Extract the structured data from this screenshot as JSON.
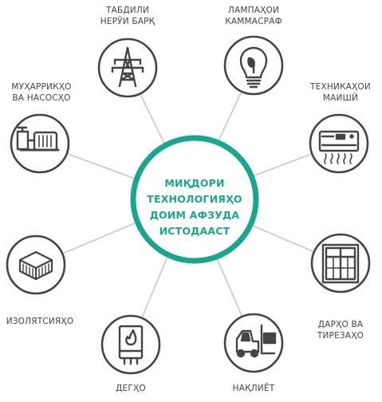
{
  "center": {
    "lines": [
      "МИҚДОРИ",
      "ТЕХНОЛОГИЯҲО",
      "ДОИМ АФЗУДА",
      "ИСТОДААСТ"
    ]
  },
  "nodes": {
    "power_conversion": {
      "line1": "ТАБДИЛИ",
      "line2": "НЕРӮИ БАРҚ",
      "icon": "power-tower-icon"
    },
    "led_lamps": {
      "line1": "ЛАМПАҲОИ",
      "line2": "КАММАСРАФ",
      "icon": "light-bulb-icon"
    },
    "appliances": {
      "line1": "ТЕХНИКАҲОИ",
      "line2": "МАИШӢ",
      "icon": "air-conditioner-icon"
    },
    "windows_doors": {
      "line1": "ДАРҲО ВА",
      "line2": "ТИРЕЗАҲО",
      "icon": "window-icon"
    },
    "transport": {
      "line1": "НАҚЛИЁТ",
      "icon": "forklift-icon"
    },
    "boilers": {
      "line1": "ДЕГҲО",
      "icon": "boiler-icon"
    },
    "insulation": {
      "line1": "ИЗОЛЯТСИЯҲО",
      "icon": "insulation-icon"
    },
    "motors_pumps": {
      "line1": "МУҲАРРИКҲО",
      "line2": "ВА НАСОСҲО",
      "icon": "motor-pump-icon"
    }
  },
  "colors": {
    "accent": "#1aa58d",
    "circle_border": "#444444",
    "connector": "#c8c8c8",
    "label_text": "#444444"
  }
}
